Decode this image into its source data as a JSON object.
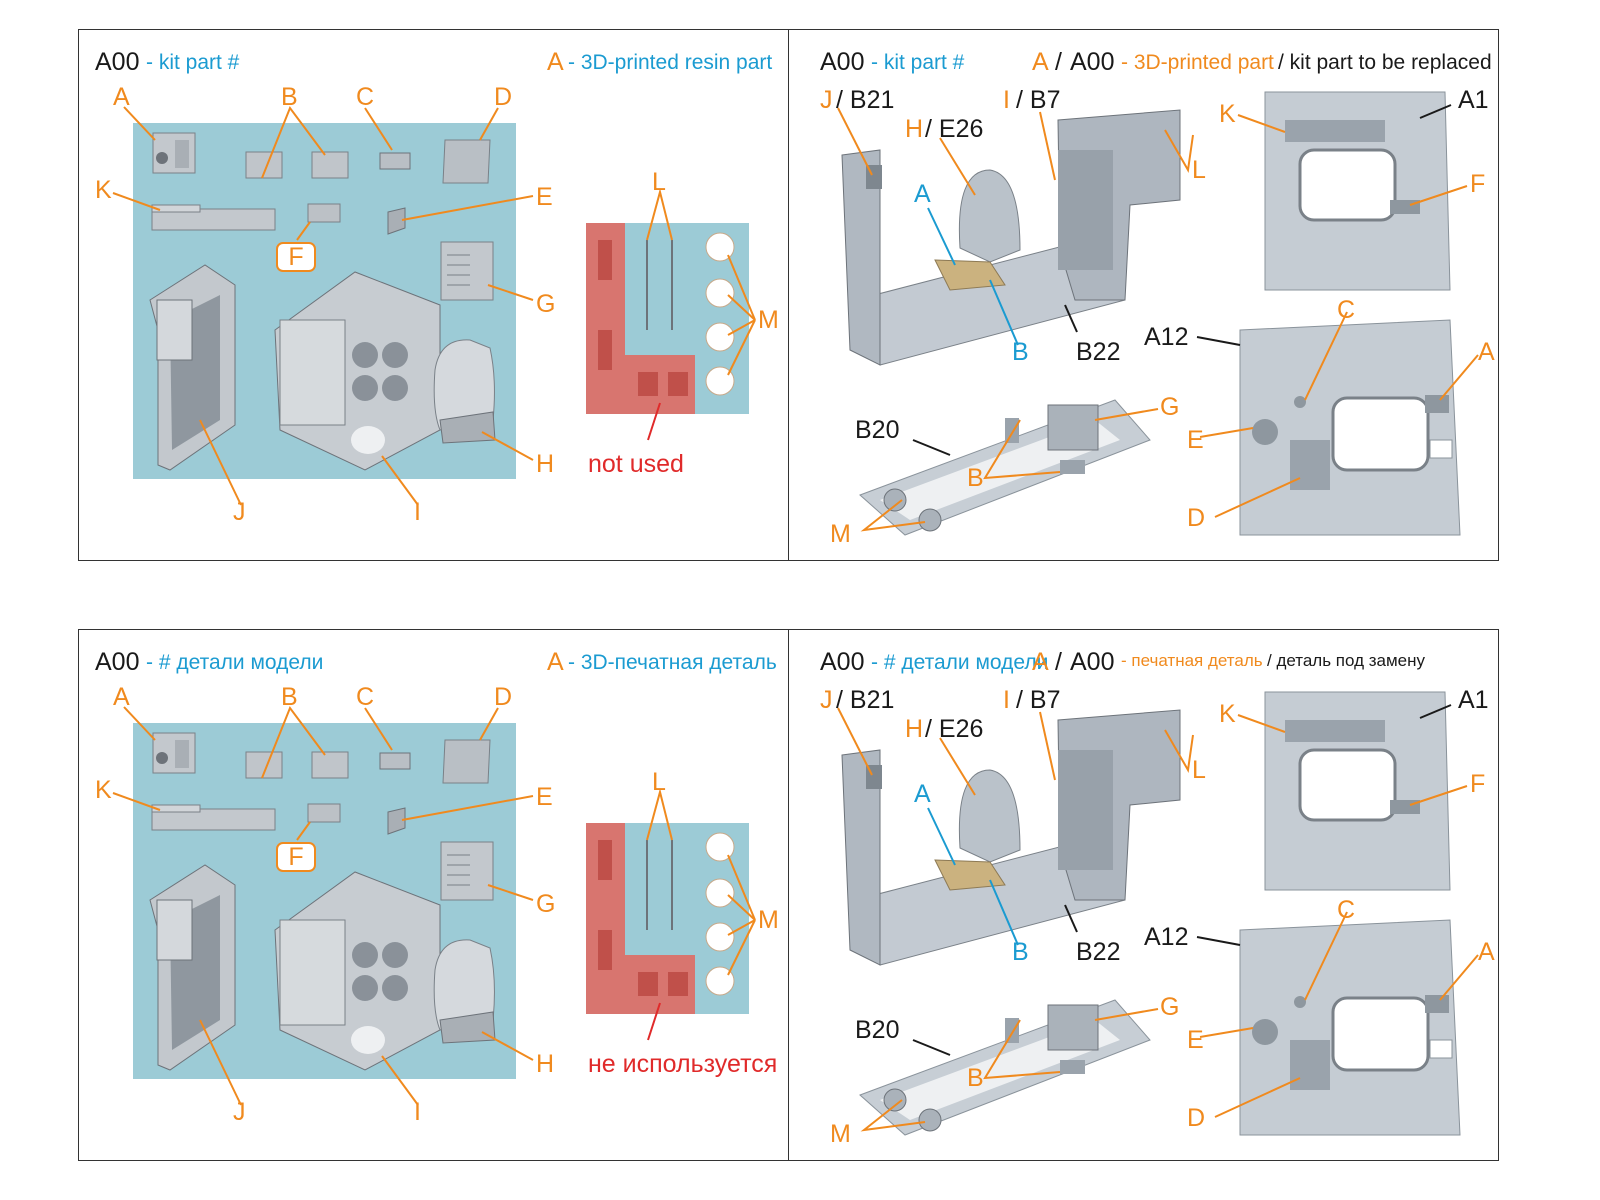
{
  "colors": {
    "label_orange": "#f08a1e",
    "header_cyan": "#1b9bd1",
    "not_used_red": "#e02a2a",
    "panel_blue": "#9ccbd6",
    "resin_red": "#d8756f",
    "part_grey": "#b7bec6"
  },
  "sheets": [
    {
      "lang": "en",
      "left": {
        "code": "A00",
        "code_desc": "- kit part #",
        "legend_letter": "A",
        "legend_desc": "- 3D-printed resin part",
        "not_used": "not used"
      },
      "right": {
        "code": "A00",
        "code_desc": "- kit part #",
        "legend_letter": "A",
        "legend_slash": "/",
        "legend_code": "A00",
        "legend_desc": "- 3D-printed part",
        "legend_replace": "/ kit part to be replaced"
      }
    },
    {
      "lang": "ru",
      "left": {
        "code": "A00",
        "code_desc": "- # детали модели",
        "legend_letter": "A",
        "legend_desc": "- 3D-печатная деталь",
        "not_used": "не используется"
      },
      "right": {
        "code": "A00",
        "code_desc": "- # детали модели",
        "legend_letter": "A",
        "legend_slash": "/",
        "legend_code": "A00",
        "legend_desc": "- печатная деталь",
        "legend_replace": "/ деталь под замену"
      }
    }
  ],
  "part_labels": {
    "A": "A",
    "B": "B",
    "C": "C",
    "D": "D",
    "E": "E",
    "F": "F",
    "G": "G",
    "H": "H",
    "I": "I",
    "J": "J",
    "K": "K",
    "L": "L",
    "M": "M"
  },
  "kit_refs": {
    "J_ref": "/ B21",
    "H_ref": "/ E26",
    "I_ref": "/ B7",
    "B22": "B22",
    "B20": "B20",
    "A1": "A1",
    "A12": "A12"
  }
}
